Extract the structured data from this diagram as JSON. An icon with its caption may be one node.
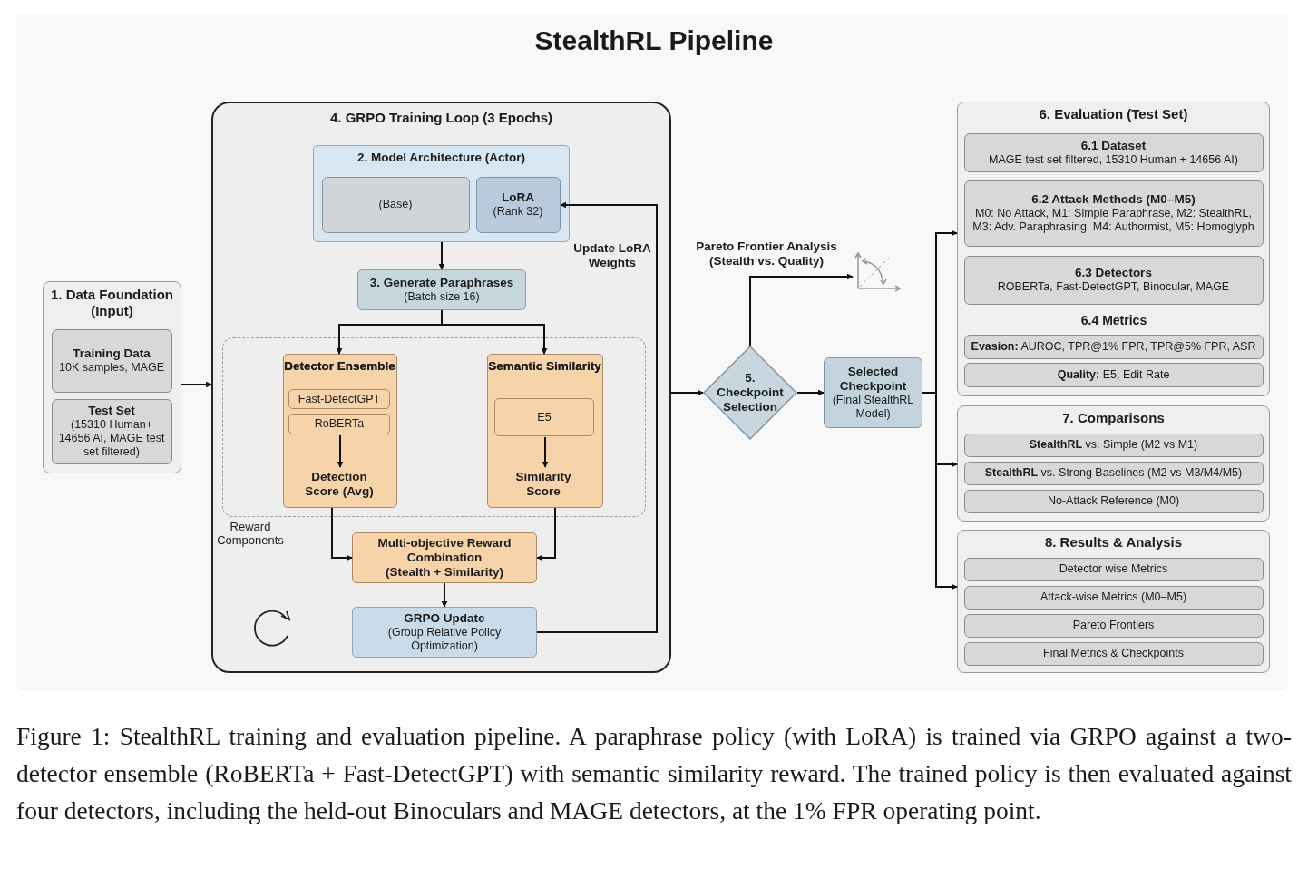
{
  "diagram": {
    "title": "StealthRL Pipeline",
    "caption": "Figure 1: StealthRL training and evaluation pipeline. A paraphrase policy (with LoRA) is trained via GRPO against a two-detector ensemble (RoBERTa + Fast-DetectGPT) with semantic similarity reward. The trained policy is then evaluated against four detectors, including the held-out Binoculars and MAGE detectors, at the 1% FPR operating point.",
    "nodes": [
      {
        "text": [
          "1. Data Foundation (Input)"
        ]
      },
      {
        "text": [
          "Training Data",
          "10K samples, MAGE"
        ],
        "in": 0
      },
      {
        "text": [
          "Test Set",
          "(15310 Human+ 14656 AI, MAGE test set filtered)"
        ],
        "in": 0
      },
      {
        "text": [
          "4. GRPO Training Loop (3 Epochs)"
        ]
      },
      {
        "text": [
          "2. Model Architecture (Actor)"
        ],
        "in": 3
      },
      {
        "text": [
          "(Base)"
        ],
        "in": 4
      },
      {
        "text": [
          "LoRA",
          "(Rank 32)"
        ],
        "in": 4
      },
      {
        "text": [
          "3. Generate Paraphrases",
          "(Batch size 16)"
        ],
        "in": 3
      },
      {
        "text": [
          "Reward Components"
        ],
        "in": 3
      },
      {
        "text": [
          "Detector Ensemble"
        ],
        "in": 8
      },
      {
        "text": [
          "Fast-DetectGPT"
        ],
        "in": 9
      },
      {
        "text": [
          "RoBERTa"
        ],
        "in": 9
      },
      {
        "text": [
          "Detection Score (Avg)"
        ],
        "in": 9
      },
      {
        "text": [
          "Semantic Similarity"
        ],
        "in": 8
      },
      {
        "text": [
          "E5"
        ],
        "in": 13
      },
      {
        "text": [
          "Similarity Score"
        ],
        "in": 13
      },
      {
        "text": [
          "Multi-objective Reward Combination",
          "(Stealth + Similarity)"
        ],
        "in": 3
      },
      {
        "text": [
          "GRPO Update",
          "(Group Relative Policy Optimization)"
        ],
        "in": 3
      },
      {
        "text": [
          "5. Checkpoint Selection"
        ]
      },
      {
        "text": [
          "Selected Checkpoint",
          "(Final StealthRL Model)"
        ]
      },
      {
        "text": [],
        "shape": "picture"
      },
      {
        "text": [
          "6. Evaluation (Test Set)"
        ]
      },
      {
        "text": [
          "6.1 Dataset",
          "MAGE test set filtered, 15310 Human + 14656 AI)"
        ],
        "in": 21
      },
      {
        "text": [
          "6.2 Attack Methods (M0–M5)",
          "M0: No Attack, M1: Simple Paraphrase, M2: StealthRL, M3: Adv. Paraphrasing, M4: Authormist, M5: Homoglyph"
        ],
        "in": 21
      },
      {
        "text": [
          "6.3 Detectors",
          "ROBERTa, Fast-DetectGPT, Binocular, MAGE"
        ],
        "in": 21
      },
      {
        "text": [
          "**Evasion:** AUROC, TPR@1% FPR, TPR@5% FPR, ASR"
        ],
        "in": 21
      },
      {
        "text": [
          "**Quality:** E5, Edit Rate"
        ],
        "in": 21
      },
      {
        "text": [
          "7. Comparisons"
        ]
      },
      {
        "text": [
          "**StealthRL** vs. Simple (M2 vs M1)"
        ],
        "in": 27
      },
      {
        "text": [
          "**StealthRL** vs. Strong Baselines (M2 vs M3/M4/M5)"
        ],
        "in": 27
      },
      {
        "text": [
          "No-Attack Reference (M0)"
        ],
        "in": 27
      },
      {
        "text": [
          "8. Results & Analysis"
        ]
      },
      {
        "text": [
          "Detector wise Metrics"
        ],
        "in": 31
      },
      {
        "text": [
          "Attack-wise Metrics (M0–M5)"
        ],
        "in": 31
      },
      {
        "text": [
          "Pareto Frontiers"
        ],
        "in": 31
      },
      {
        "text": [
          "Final Metrics & Checkpoints"
        ],
        "in": 31
      }
    ],
    "edges": [
      {
        "from": 0,
        "to": 3,
        "arrow": "to"
      },
      {
        "from": 4,
        "to": 7,
        "arrow": "to"
      },
      {
        "from": 7,
        "to": 9,
        "arrow": "to"
      },
      {
        "from": 7,
        "to": 13,
        "arrow": "to"
      },
      {
        "from": 11,
        "to": 12,
        "arrow": "to"
      },
      {
        "from": 14,
        "to": 15,
        "arrow": "to"
      },
      {
        "from": 9,
        "to": 16,
        "arrow": "to"
      },
      {
        "from": 13,
        "to": 16,
        "arrow": "to"
      },
      {
        "from": 16,
        "to": 17,
        "arrow": "to"
      },
      {
        "from": 17,
        "to": 6,
        "arrow": "to",
        "label": "Update LoRA Weights"
      },
      {
        "from": 3,
        "to": 18,
        "arrow": "to"
      },
      {
        "from": 18,
        "to": 19,
        "arrow": "to"
      },
      {
        "from": 18,
        "to": 20,
        "arrow": "to",
        "label": "Pareto Frontier Analysis (Stealth vs. Quality)"
      },
      {
        "from": 19,
        "to": 21,
        "arrow": "to"
      },
      {
        "from": 19,
        "to": 27,
        "arrow": "to"
      },
      {
        "from": 19,
        "to": 31,
        "arrow": "to"
      }
    ],
    "labels": [
      "6.4 Metrics"
    ]
  }
}
